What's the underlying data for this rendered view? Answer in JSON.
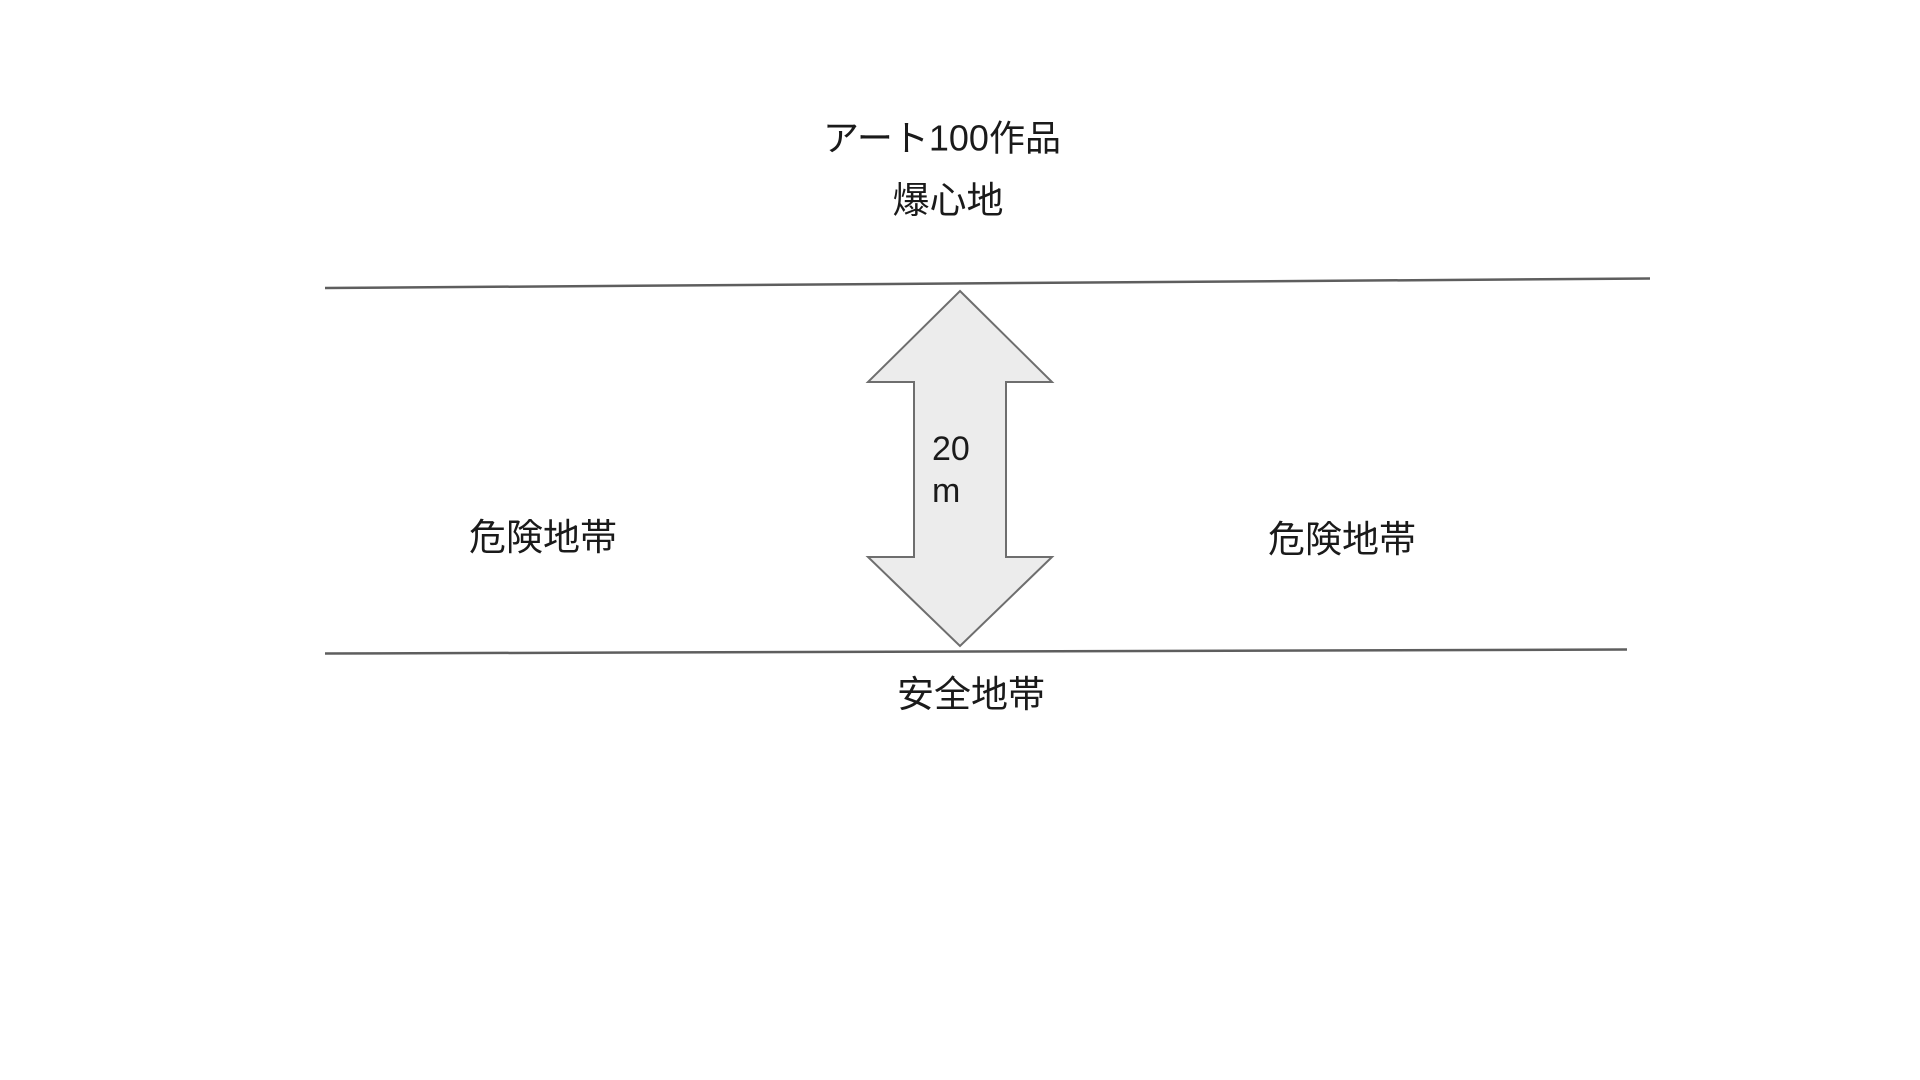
{
  "colors": {
    "background": "#ffffff",
    "text": "#1a1a1a",
    "boundary_line": "#5e5e5e",
    "arrow_fill": "#ececec",
    "arrow_stroke": "#6e6e6e"
  },
  "diagram": {
    "title": "アート100作品",
    "epicenter_label": "爆心地",
    "danger_zone_left_label": "危険地帯",
    "danger_zone_right_label": "危険地帯",
    "safe_zone_label": "安全地帯",
    "distance_value": "20",
    "distance_unit": "m"
  }
}
